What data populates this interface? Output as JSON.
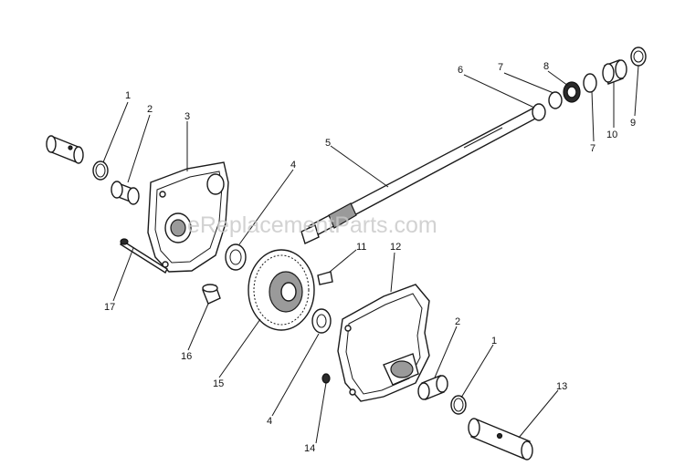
{
  "watermark": "eReplacementParts.com",
  "labels": [
    "1",
    "2",
    "3",
    "4",
    "5",
    "6",
    "7",
    "8",
    "7",
    "10",
    "9",
    "11",
    "12",
    "2",
    "1",
    "13",
    "4",
    "14",
    "15",
    "16",
    "17"
  ]
}
